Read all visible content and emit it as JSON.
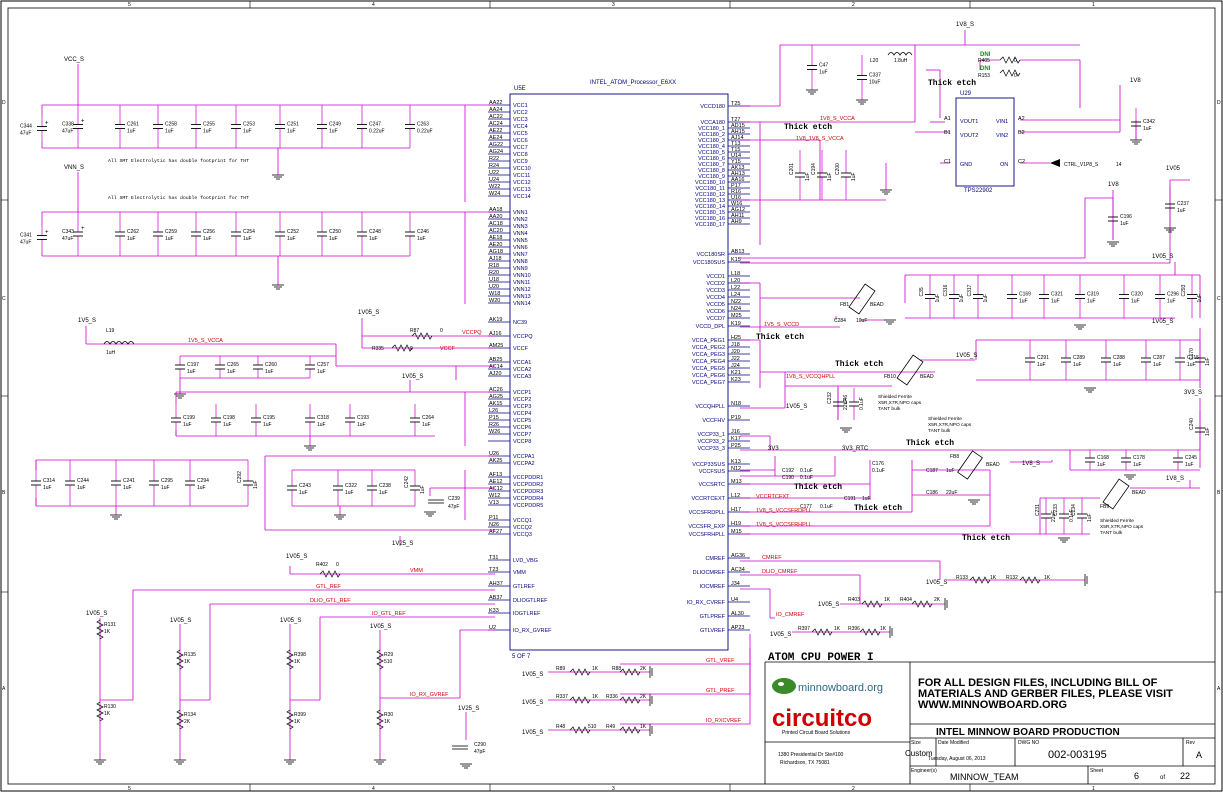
{
  "frame": {
    "top_cols": [
      "5",
      "4",
      "3",
      "2",
      "1"
    ],
    "side_rows": [
      "D",
      "C",
      "B",
      "A"
    ]
  },
  "title_block": {
    "sheet_title": "ATOM CPU POWER I",
    "design_files_note": "FOR ALL DESIGN FILES, INCLUDING BILL OF MATERIALS AND GERBER FILES, PLEASE VISIT WWW.MINNOWBOARD.ORG",
    "note_line1": "FOR ALL DESIGN FILES, INCLUDING BILL OF",
    "note_line2": "MATERIALS AND GERBER FILES, PLEASE VISIT",
    "note_line3": "WWW.MINNOWBOARD.ORG",
    "logo_text": "minnowboard.org",
    "company_logo": "circuitco",
    "company_tagline": "Printed Circuit Board Solutions",
    "address1": "1380 Presidential Dr Ste#100",
    "address2": "Richardson, TX 75081",
    "production": "INTEL MINNOW BOARD PRODUCTION",
    "size_label": "Size",
    "size_value": "Custom",
    "date_label": "Date Modified",
    "date_value": "Tuesday, August 06, 2013",
    "dwg_label": "DWG NO",
    "dwg_value": "002-003195",
    "rev_label": "Rev",
    "rev_value": "A",
    "engineer_label": "Engineer(s)",
    "engineer_value": "MINNOW_TEAM",
    "sheet_label": "Sheet",
    "sheet_num": "6",
    "of_label": "of",
    "sheet_total": "22"
  },
  "ic": {
    "ref": "U5E",
    "part": "INTEL_ATOM_Processor_E6XX",
    "of": "5 OF 7",
    "left_pins": [
      [
        "AA22",
        "VCC1"
      ],
      [
        "AA24",
        "VCC2"
      ],
      [
        "AC22",
        "VCC3"
      ],
      [
        "AC24",
        "VCC4"
      ],
      [
        "AE22",
        "VCC5"
      ],
      [
        "AE24",
        "VCC6"
      ],
      [
        "AG22",
        "VCC7"
      ],
      [
        "AG24",
        "VCC8"
      ],
      [
        "R22",
        "VCC9"
      ],
      [
        "R24",
        "VCC10"
      ],
      [
        "U22",
        "VCC11"
      ],
      [
        "U24",
        "VCC12"
      ],
      [
        "W22",
        "VCC13"
      ],
      [
        "W24",
        "VCC14"
      ],
      [
        "AA18",
        "VNN1"
      ],
      [
        "AA20",
        "VNN2"
      ],
      [
        "AC18",
        "VNN3"
      ],
      [
        "AC20",
        "VNN4"
      ],
      [
        "AE18",
        "VNN5"
      ],
      [
        "AE20",
        "VNN6"
      ],
      [
        "AG18",
        "VNN7"
      ],
      [
        "AJ18",
        "VNN8"
      ],
      [
        "R18",
        "VNN9"
      ],
      [
        "R20",
        "VNN10"
      ],
      [
        "U18",
        "VNN11"
      ],
      [
        "U20",
        "VNN12"
      ],
      [
        "W18",
        "VNN13"
      ],
      [
        "W20",
        "VNN14"
      ],
      [
        "AK19",
        "NC39"
      ],
      [
        "AJ16",
        "VCCPQ"
      ],
      [
        "AM25",
        "VCCF"
      ],
      [
        "AB25",
        "VCCA1"
      ],
      [
        "AC14",
        "VCCA2"
      ],
      [
        "AJ20",
        "VCCA3"
      ],
      [
        "AC26",
        "VCCP1"
      ],
      [
        "AG25",
        "VCCP2"
      ],
      [
        "AK15",
        "VCCP3"
      ],
      [
        "L26",
        "VCCP4"
      ],
      [
        "P15",
        "VCCP5"
      ],
      [
        "R26",
        "VCCP6"
      ],
      [
        "W26",
        "VCCP7"
      ],
      [
        "",
        "VCCP8"
      ],
      [
        "U26",
        "VCCPA1"
      ],
      [
        "AK25",
        "VCCPA2"
      ],
      [
        "AF13",
        "VCCPDDR1"
      ],
      [
        "AE12",
        "VCCPDDR2"
      ],
      [
        "AC12",
        "VCCPDDR3"
      ],
      [
        "W12",
        "VCCPDDR4"
      ],
      [
        "V13",
        "VCCPDDR5"
      ],
      [
        "P11",
        "VCCQ1"
      ],
      [
        "N26",
        "VCCQ2"
      ],
      [
        "AF27",
        "VCCQ3"
      ],
      [
        "T31",
        "LVD_VBG"
      ],
      [
        "T23",
        "VMM"
      ],
      [
        "AH37",
        "GTLREF"
      ],
      [
        "AB37",
        "DLIOGTLREF"
      ],
      [
        "K33",
        "IOGTLREF"
      ],
      [
        "U2",
        "IO_RX_GVREF"
      ]
    ],
    "right_pins": [
      [
        "T25",
        "VCCD180"
      ],
      [
        "T27",
        "VCCA180"
      ],
      [
        "AD15",
        "VCC180_1"
      ],
      [
        "AH15",
        "VCC180_2"
      ],
      [
        "AJ14",
        "VCC180_3"
      ],
      [
        "T13",
        "VCC180_4"
      ],
      [
        "T15",
        "VCC180_5"
      ],
      [
        "U14",
        "VCC180_6"
      ],
      [
        "Y15",
        "VCC180_7"
      ],
      [
        "AK13",
        "VCC180_8"
      ],
      [
        "AH13",
        "VCC180_9"
      ],
      [
        "AA16",
        "VCC180_10"
      ],
      [
        "P17",
        "VCC180_11"
      ],
      [
        "R16",
        "VCC180_12"
      ],
      [
        "U16",
        "VCC180_13"
      ],
      [
        "W16",
        "VCC180_14"
      ],
      [
        "AG12",
        "VCC180_15"
      ],
      [
        "AH11",
        "VCC180_16"
      ],
      [
        "AH9",
        "VCC180_17"
      ],
      [
        "AB13",
        "VCC180SR"
      ],
      [
        "K15",
        "VCC180SUS"
      ],
      [
        "L18",
        "VCCD1"
      ],
      [
        "L20",
        "VCCD2"
      ],
      [
        "L22",
        "VCCD3"
      ],
      [
        "L24",
        "VCCD4"
      ],
      [
        "N22",
        "VCCD5"
      ],
      [
        "N24",
        "VCCD6"
      ],
      [
        "M25",
        "VCCD7"
      ],
      [
        "K19",
        "VCCD_DPL"
      ],
      [
        "H25",
        "VCCA_PEG1"
      ],
      [
        "J18",
        "VCCA_PEG2"
      ],
      [
        "J20",
        "VCCA_PEG3"
      ],
      [
        "J22",
        "VCCA_PEG4"
      ],
      [
        "J24",
        "VCCA_PEG5"
      ],
      [
        "K21",
        "VCCA_PEG6"
      ],
      [
        "K23",
        "VCCA_PEG7"
      ],
      [
        "N18",
        "VCCQHPLL"
      ],
      [
        "P19",
        "VCCFHV"
      ],
      [
        "J16",
        "VCCP33_1"
      ],
      [
        "K17",
        "VCCP33_2"
      ],
      [
        "P25",
        "VCCP33_3"
      ],
      [
        "K13",
        "VCCP33SUS"
      ],
      [
        "N12",
        "VCCFSUS"
      ],
      [
        "M13",
        "VCCSRTC"
      ],
      [
        "L12",
        "VCCRTCEXT"
      ],
      [
        "H17",
        "VCCSFRDPLL"
      ],
      [
        "H19",
        "VCCSFR_EXP"
      ],
      [
        "M15",
        "VCCSFRHPLL"
      ],
      [
        "AG36",
        "CMREF"
      ],
      [
        "AC34",
        "DLIOCMREF"
      ],
      [
        "J34",
        "IOCMREF"
      ],
      [
        "U4",
        "IO_RX_CVREF"
      ],
      [
        "AL30",
        "GTLPREF"
      ],
      [
        "AP23",
        "GTLVREF"
      ]
    ]
  },
  "power_labels": {
    "vcc_s": "VCC_S",
    "vnn_s": "VNN_S",
    "v1v5_s": "1V5_S",
    "v1v05_s": "1V05_S",
    "v1v25_s": "1V25_S",
    "v1v8_s": "1V8_S",
    "v1v8": "1V8",
    "v1v05": "1V05",
    "v3v3_s": "3V3_S",
    "v3v3": "3V3",
    "v3v3_rtc": "3V3_RTC"
  },
  "nets": {
    "n1v5_s_vcca": "1V5_S_VCCA",
    "vccpq": "VCCPQ",
    "vccf": "VCCF",
    "n1v8_s_vcca": "1V8_S_VCCA",
    "n1v8_1v8_s_vcca": "1V8_1V8_S_VCCA",
    "n1v5_s_vccd": "1V5_S_VCCD",
    "n1v8_s_vccqhpll": "1V8_S_VCCQHPLL",
    "vccrtcext": "VCCRTCEXT",
    "n1v8_s_vccsfrdpll": "1V8_S_VCCSFRDPLL",
    "n1v8_s_vccsfrhpll": "1V8_S_VCCSFRHPLL",
    "cmref": "CMREF",
    "dlio_cmref": "DLIO_CMREF",
    "io_cmref": "IO_CMREF",
    "gtl_vref": "GTL_VREF",
    "gtl_pref": "GTL_PREF",
    "io_rxcvref": "IO_RXCVREF",
    "gtl_ref": "GTL_REF",
    "dlio_gtl_ref": "DLIO_GTL_REF",
    "io_gtl_ref": "IO_GTL_REF",
    "io_rx_gvref": "IO_RX_GVREF",
    "vmm": "VMM",
    "ctrl": "CTRL_V1P8_S",
    "ctrl_pin": "14"
  },
  "notes": {
    "smt_double_footprint": "All SMT Electrolytic has double footprint for THT",
    "thick_etch": "Thick etch",
    "ferrite1": "Shielded Ferrite",
    "ferrite2": "X5R,X7R,NPO caps",
    "ferrite3": "TANT bulk",
    "bead": "BEAD"
  },
  "regulator": {
    "ref": "U29",
    "part": "TPS22902",
    "pins_left": [
      "A1",
      "B1",
      "C1"
    ],
    "labels_left": [
      "VOUT1",
      "VOUT2",
      "GND"
    ],
    "pins_right": [
      "A2",
      "B2",
      "C2"
    ],
    "labels_right": [
      "VIN1",
      "VIN2",
      "ON"
    ],
    "dni1": "DNI",
    "dni2": "DNI",
    "r405": "R405",
    "r153": "R153",
    "zero": "0",
    "l20": "L20",
    "l20_val": "1.8uH"
  },
  "caps_row_vcc": [
    [
      "C344",
      "47uF"
    ],
    [
      "C338",
      "47uF"
    ],
    [
      "C261",
      "1uF"
    ],
    [
      "C258",
      "1uF"
    ],
    [
      "C255",
      "1uF"
    ],
    [
      "C253",
      "1uF"
    ],
    [
      "C251",
      "1uF"
    ],
    [
      "C249",
      "1uF"
    ],
    [
      "C247",
      "0.22uF"
    ],
    [
      "C263",
      "0.22uF"
    ]
  ],
  "caps_row_vnn": [
    [
      "C341",
      "47uF"
    ],
    [
      "C343",
      "47uF"
    ],
    [
      "C262",
      "1uF"
    ],
    [
      "C259",
      "1uF"
    ],
    [
      "C256",
      "1uF"
    ],
    [
      "C254",
      "1uF"
    ],
    [
      "C252",
      "1uF"
    ],
    [
      "C250",
      "1uF"
    ],
    [
      "C248",
      "1uF"
    ],
    [
      "C246",
      "1uF"
    ]
  ],
  "caps_vcca": [
    [
      "C197",
      "1uF"
    ],
    [
      "C265",
      "1uF"
    ],
    [
      "C260",
      "1uF"
    ],
    [
      "C257",
      "1uF"
    ]
  ],
  "caps_vccp": [
    [
      "C199",
      "1uF"
    ],
    [
      "C198",
      "1uF"
    ],
    [
      "C195",
      "1uF"
    ],
    [
      "C318",
      "1uF"
    ],
    [
      "C193",
      "1uF"
    ],
    [
      "C264",
      "1uF"
    ]
  ],
  "caps_vccpa": [
    [
      "C314",
      "1uF"
    ],
    [
      "C244",
      "1uF"
    ],
    [
      "C241",
      "1uF"
    ],
    [
      "C295",
      "1uF"
    ],
    [
      "C294",
      "1uF"
    ],
    [
      "C292",
      "1uF"
    ]
  ],
  "caps_ddr": [
    [
      "C243",
      "1uF"
    ],
    [
      "C322",
      "1uF"
    ],
    [
      "C238",
      "1uF"
    ],
    [
      "C242",
      "1uF"
    ]
  ],
  "c239": [
    "C239",
    "47pF"
  ],
  "caps_180": [
    [
      "C47",
      "1uF"
    ],
    [
      "C337",
      "10uF"
    ],
    [
      "C201",
      "1uF"
    ],
    [
      "C194",
      "1uF"
    ],
    [
      "C200",
      "1uF"
    ],
    [
      "C342",
      "1uF"
    ],
    [
      "C196",
      "1uF"
    ],
    [
      "C237",
      "1uF"
    ]
  ],
  "caps_vccd": [
    [
      "C35",
      "1uF"
    ],
    [
      "C316",
      "1uF"
    ],
    [
      "C317",
      "1uF"
    ],
    [
      "C169",
      "1uF"
    ],
    [
      "C321",
      "1uF"
    ],
    [
      "C319",
      "1uF"
    ],
    [
      "C320",
      "1uF"
    ],
    [
      "C296",
      "1uF"
    ],
    [
      "C293",
      "1uF"
    ],
    [
      "C284",
      "10uF"
    ]
  ],
  "caps_peg": [
    [
      "C291",
      "1uF"
    ],
    [
      "C289",
      "1uF"
    ],
    [
      "C288",
      "1uF"
    ],
    [
      "C287",
      "1uF"
    ],
    [
      "C315",
      "1uF"
    ],
    [
      "C170",
      "1uF"
    ]
  ],
  "caps_misc": [
    [
      "C232",
      "22uF"
    ],
    [
      "C46",
      "0.1uF"
    ],
    [
      "C168",
      "1uF"
    ],
    [
      "C178",
      "1uF"
    ],
    [
      "C245",
      "1uF"
    ],
    [
      "C240",
      "1uF"
    ],
    [
      "C192",
      "0.1uF"
    ],
    [
      "C190",
      "0.1uF"
    ],
    [
      "C176",
      "0.1uF"
    ],
    [
      "C177",
      "0.1uF"
    ],
    [
      "C191",
      "1uF"
    ],
    [
      "C187",
      "1uF"
    ],
    [
      "C186",
      "22uF"
    ],
    [
      "C231",
      "22uF"
    ],
    [
      "C233",
      "0.1uF"
    ],
    [
      "C234",
      "1uF"
    ],
    [
      "C290",
      "47pF"
    ]
  ],
  "beads": [
    "FB1",
    "FB10",
    "FB8",
    "FB9"
  ],
  "inductors": [
    [
      "L19",
      "1uH"
    ]
  ],
  "resistors": {
    "r87": "R87",
    "r335": "R335",
    "r402": "R402",
    "r131": "R131",
    "r130": "R130",
    "r135": "R135",
    "r134": "R134",
    "r398": "R398",
    "r399": "R399",
    "r29": "R29",
    "r30": "R30",
    "r89": "R89",
    "r88": "R88",
    "r337": "R337",
    "r336": "R336",
    "r48": "R48",
    "r49": "R49",
    "r133": "R133",
    "r132": "R132",
    "r403": "R403",
    "r404": "R404",
    "r397": "R397",
    "r396": "R396",
    "v0": "0",
    "v1k": "1K",
    "v2k": "2K",
    "v510": "510"
  }
}
